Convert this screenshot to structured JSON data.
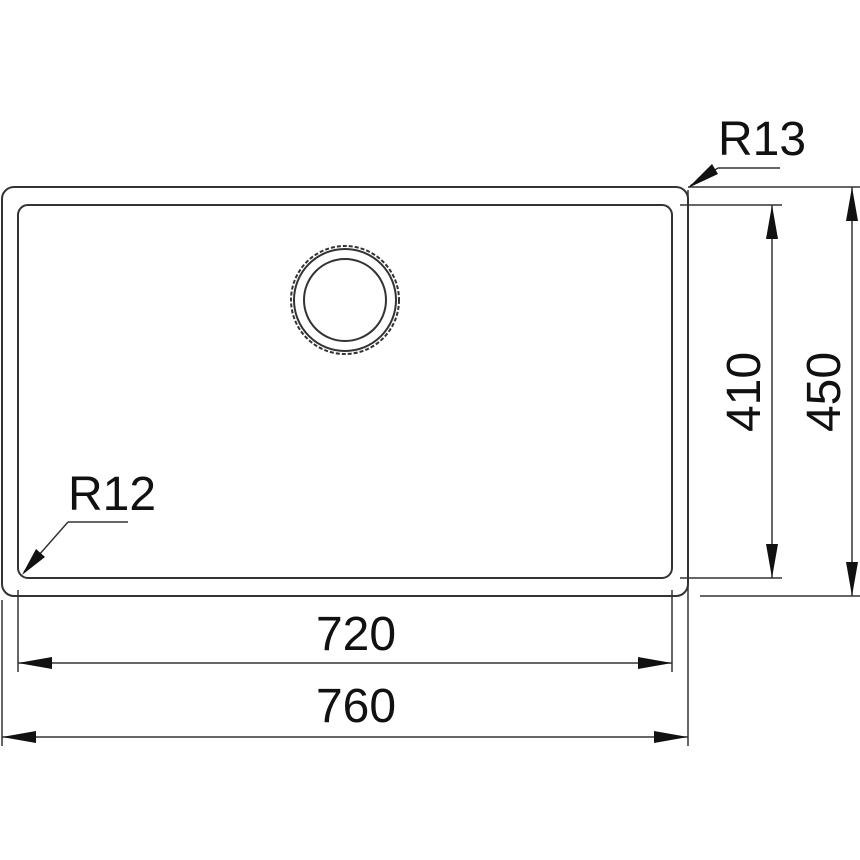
{
  "dimensions": {
    "inner_width": "720",
    "outer_width": "760",
    "inner_depth": "410",
    "outer_depth": "450",
    "outer_radius": "R13",
    "inner_radius": "R12"
  }
}
